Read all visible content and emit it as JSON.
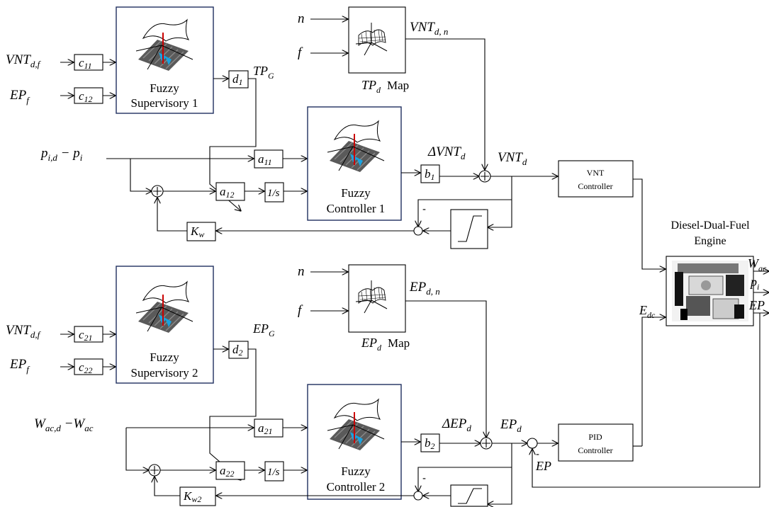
{
  "inputs": {
    "vnt_df": "VNT",
    "vnt_df_sub": "d,f",
    "ep_f": "EP",
    "ep_f_sub": "f",
    "p_err": "p",
    "p_err_sub1": "i,d",
    "p_err_mid": " − p",
    "p_err_sub2": "i",
    "w_err": "W",
    "w_err_sub1": "ac,d",
    "w_err_mid": " −W",
    "w_err_sub2": "ac",
    "n": "n",
    "f": "f"
  },
  "gains": {
    "c11": "c",
    "c11_sub": "11",
    "c12": "c",
    "c12_sub": "12",
    "c21": "c",
    "c21_sub": "21",
    "c22": "c",
    "c22_sub": "22",
    "d1": "d",
    "d1_sub": "1",
    "d2": "d",
    "d2_sub": "2",
    "a11": "a",
    "a11_sub": "11",
    "a12": "a",
    "a12_sub": "12",
    "a21": "a",
    "a21_sub": "21",
    "a22": "a",
    "a22_sub": "22",
    "b1": "b",
    "b1_sub": "1",
    "b2": "b",
    "b2_sub": "2",
    "kw": "K",
    "kw_sub": "w",
    "kw2": "K",
    "kw2_sub": "w2",
    "integrator": "1/s"
  },
  "signals": {
    "tpg": "TP",
    "tpg_sub": "G",
    "epg": "EP",
    "epg_sub": "G",
    "vnt_dn": "VNT",
    "vnt_dn_sub": "d, n",
    "ep_dn": "EP",
    "ep_dn_sub": "d, n",
    "dvnt": "ΔVNT",
    "dvnt_sub": "d",
    "dep": "ΔEP",
    "dep_sub": "d",
    "vnt_d": "VNT",
    "vnt_d_sub": "d",
    "ep_d": "EP",
    "ep_d_sub": "d",
    "e_dc": "E",
    "e_dc_sub": "dc",
    "ep_fb": "EP",
    "minus": "-"
  },
  "blocks": {
    "fuzzy_sup1": [
      "Fuzzy",
      "Supervisory 1"
    ],
    "fuzzy_sup2": [
      "Fuzzy",
      "Supervisory 2"
    ],
    "fuzzy_ctrl1": [
      "Fuzzy",
      "Controller 1"
    ],
    "fuzzy_ctrl2": [
      "Fuzzy",
      "Controller 2"
    ],
    "tp_map": "TP",
    "tp_map_sub": "d",
    "tp_map_word": "Map",
    "ep_map": "EP",
    "ep_map_sub": "d",
    "ep_map_word": "Map",
    "vnt_controller": [
      "VNT",
      "Controller"
    ],
    "pid_controller": [
      "PID",
      "Controller"
    ],
    "engine": [
      "Diesel-Dual-Fuel",
      "Engine"
    ]
  },
  "outputs": {
    "w_ac": "W",
    "w_ac_sub": "ac",
    "p_i": "p",
    "p_i_sub": "i",
    "ep": "EP"
  }
}
